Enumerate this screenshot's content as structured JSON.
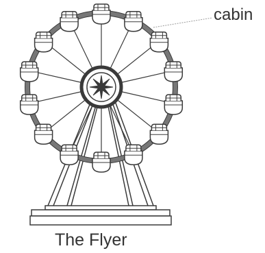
{
  "labels": {
    "cabin": "cabin",
    "title": "The Flyer"
  },
  "structure": {
    "cabin_count": 14,
    "spoke_count": 14,
    "hub_star_points": 8
  },
  "colors": {
    "ink": "#3a3a3a",
    "rim_fill": "#777777",
    "background": "#ffffff"
  }
}
